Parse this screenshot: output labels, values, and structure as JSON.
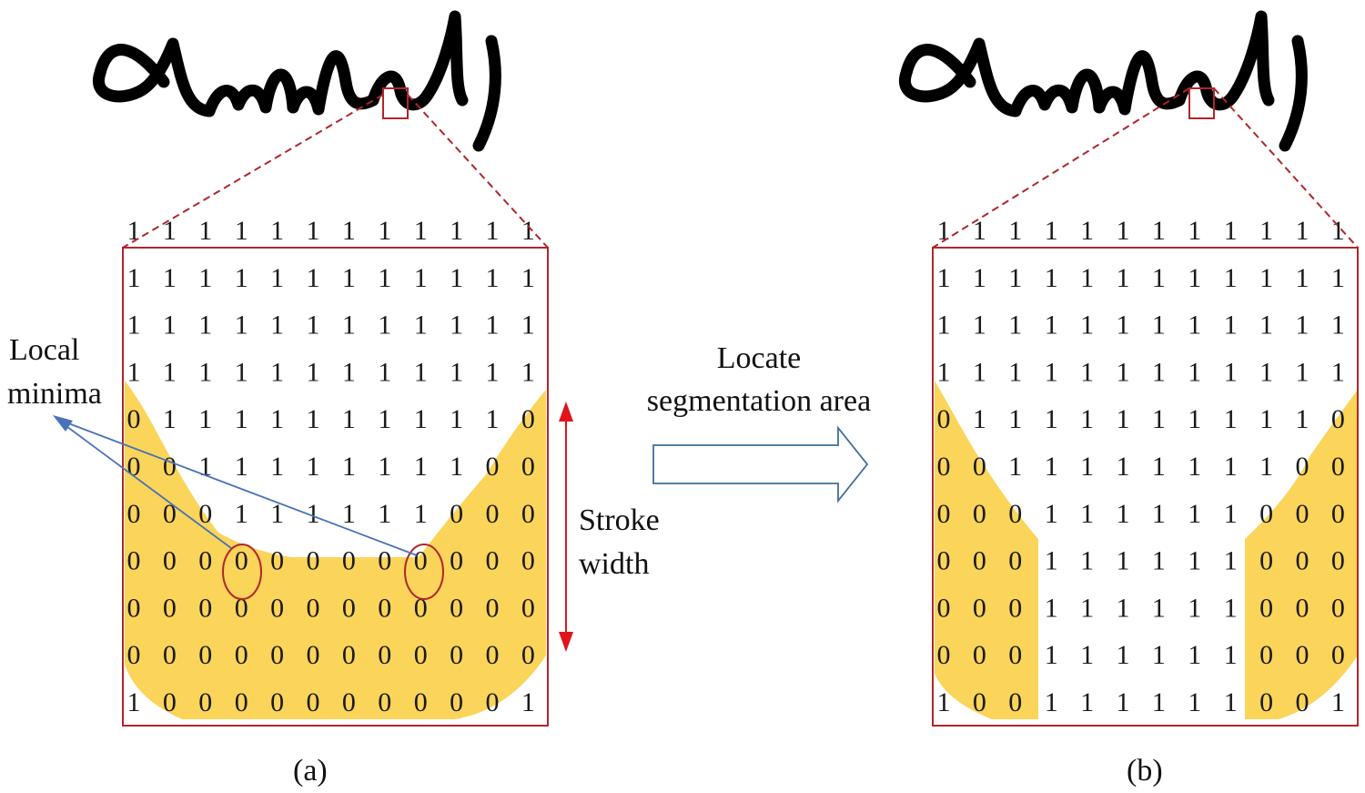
{
  "colors": {
    "highlight": "#FBD45A",
    "frame": "#B0262A",
    "zoom_line": "#B0262A",
    "minima_arrow": "#4A72B8",
    "stroke_arrow": "#E0141A",
    "flow_arrow": "#3F6E9A",
    "ink": "#000000"
  },
  "panels": [
    {
      "id": "a",
      "caption": "(a)",
      "matrix": [
        "111111111111",
        "111111111111",
        "111111111111",
        "111111111111",
        "011111111110",
        "001111111100",
        "000111111000",
        "000000000000",
        "000000000000",
        "000000000000",
        "100000000001"
      ]
    },
    {
      "id": "b",
      "caption": "(b)",
      "matrix": [
        "111111111111",
        "111111111111",
        "111111111111",
        "111111111111",
        "011111111110",
        "001111111100",
        "000111111000",
        "000111111000",
        "000111111000",
        "000111111000",
        "100111111001"
      ]
    }
  ],
  "annotations": {
    "local_minima_line1": "Local",
    "local_minima_line2": "minima",
    "stroke_width_line1": "Stroke",
    "stroke_width_line2": "width",
    "locate_line1": "Locate",
    "locate_line2": "segmentation area"
  },
  "icons": {
    "handwriting": "handwritten-word-image",
    "flow": "right-arrow-icon"
  }
}
